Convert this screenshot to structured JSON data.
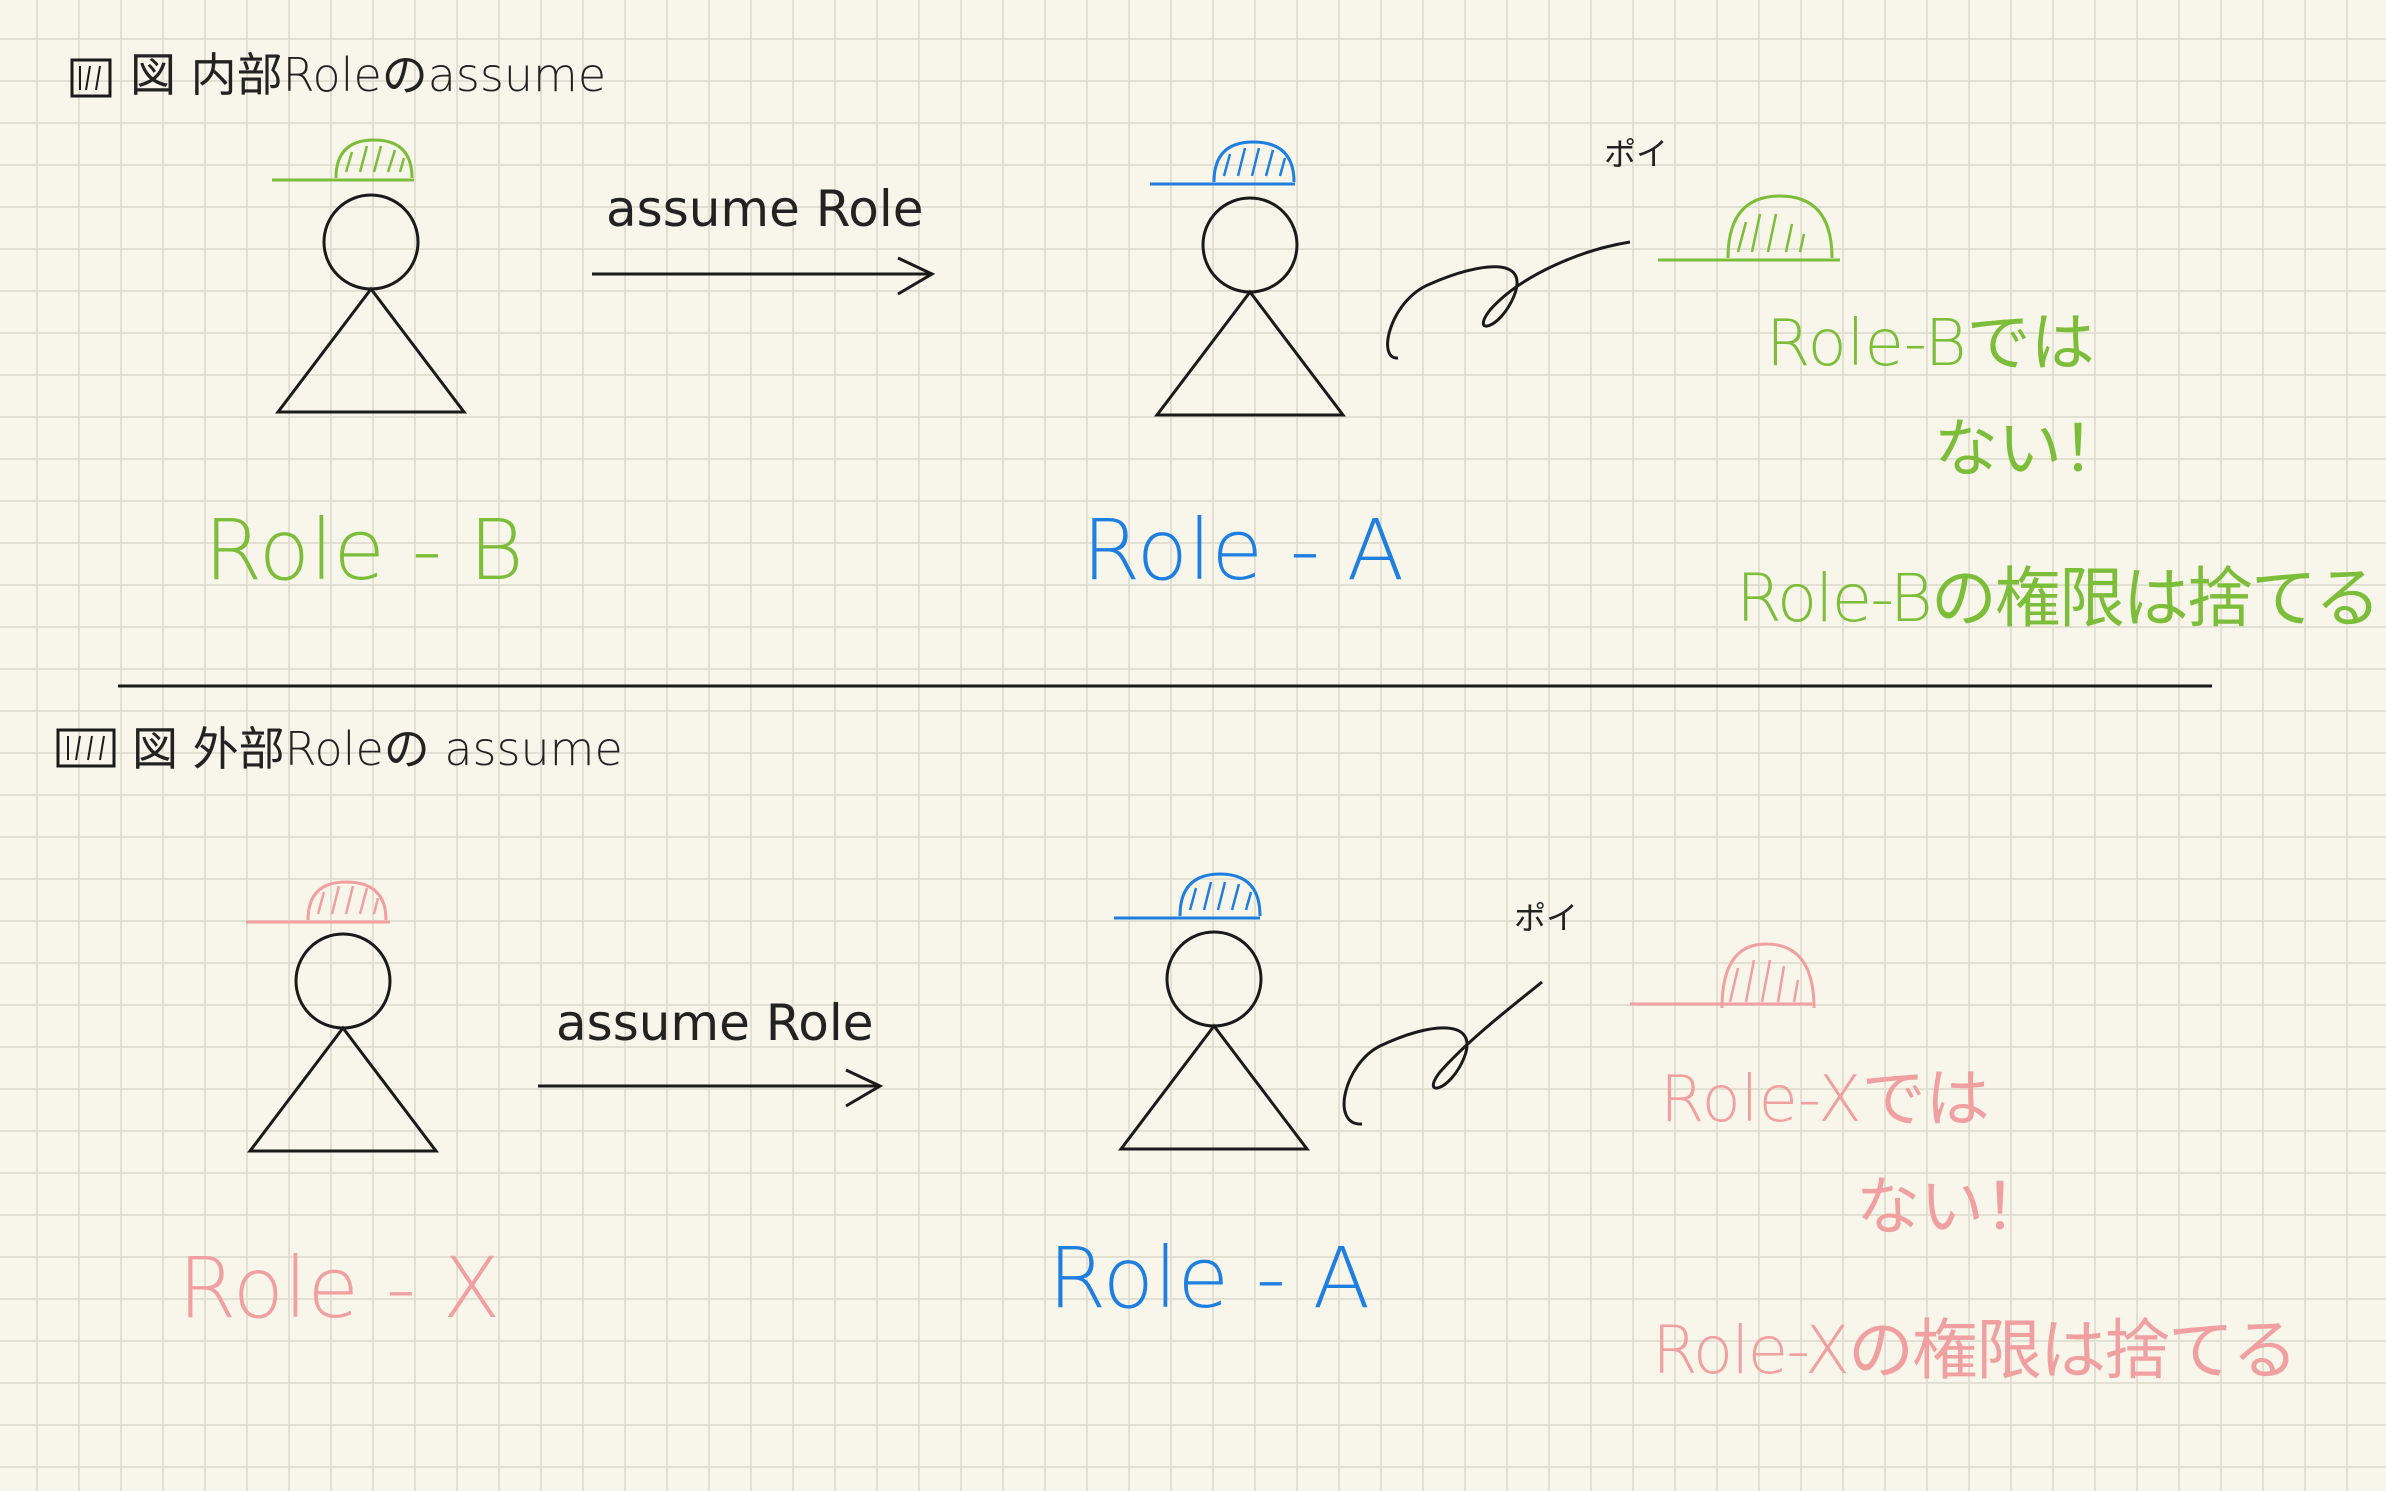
{
  "colors": {
    "ink": "#1a1a1a",
    "green": "#7cbd3a",
    "blue": "#1f7fe0",
    "pink": "#f0a0a0"
  },
  "section_internal": {
    "title": "図 内部Roleのassume",
    "source_label": "Role - B",
    "action_label": "assume Role",
    "target_label": "Role - A",
    "toss_label": "ポイ",
    "note_line1": "Role-Bでは",
    "note_line2": "ない！",
    "note_line3": "Role-Bの権限は捨てる"
  },
  "section_external": {
    "title": "図 外部Roleの assume",
    "source_label": "Role - X",
    "action_label": "assume Role",
    "target_label": "Role - A",
    "toss_label": "ポイ",
    "note_line1": "Role-Xでは",
    "note_line2": "ない！",
    "note_line3": "Role-Xの権限は捨てる"
  }
}
